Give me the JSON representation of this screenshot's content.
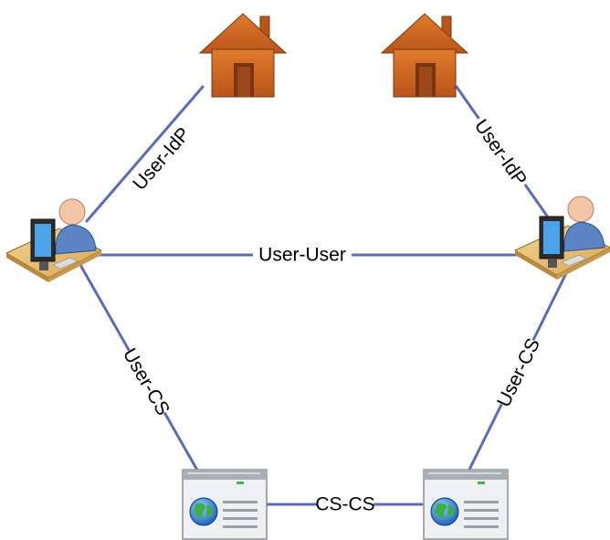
{
  "links": {
    "user_idp_left": "User-IdP",
    "user_idp_right": "User-IdP",
    "user_user": "User-User",
    "user_cs_left": "User-CS",
    "user_cs_right": "User-CS",
    "cs_cs": "CS-CS"
  },
  "icons": {
    "house": "house-icon",
    "user": "user-workstation-icon",
    "server": "web-server-icon"
  },
  "colors": {
    "link_line": "#5b6cb3",
    "house_orange": "#c9651f",
    "house_door": "#8a3b10"
  }
}
